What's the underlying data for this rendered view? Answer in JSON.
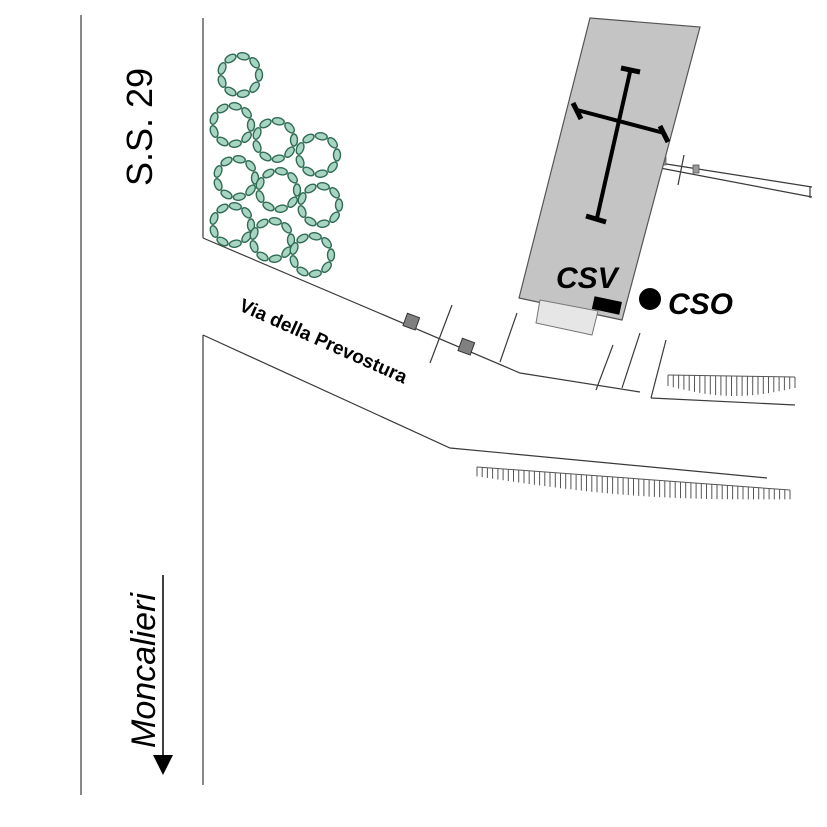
{
  "map": {
    "highway_label": "S.S. 29",
    "direction_label": "Moncalieri",
    "street_label": "Via della Prevostura",
    "stations": [
      {
        "id": "csv",
        "label": "CSV"
      },
      {
        "id": "cso",
        "label": "CSO"
      }
    ]
  },
  "colors": {
    "church_fill": "#c4c4c4",
    "church_stroke": "#555555",
    "tree_fill": "#a8d4c2",
    "tree_stroke": "#2f6b55",
    "marker": "#000000",
    "roads": "#3a3a3a",
    "small_building": "#808080"
  },
  "icons": {
    "church": "cross-icon",
    "direction": "arrow-down-icon",
    "station_csv": "rectangle-marker-icon",
    "station_cso": "circle-marker-icon",
    "vegetation": "tree-cluster-icon",
    "embankment": "hachure-icon"
  }
}
